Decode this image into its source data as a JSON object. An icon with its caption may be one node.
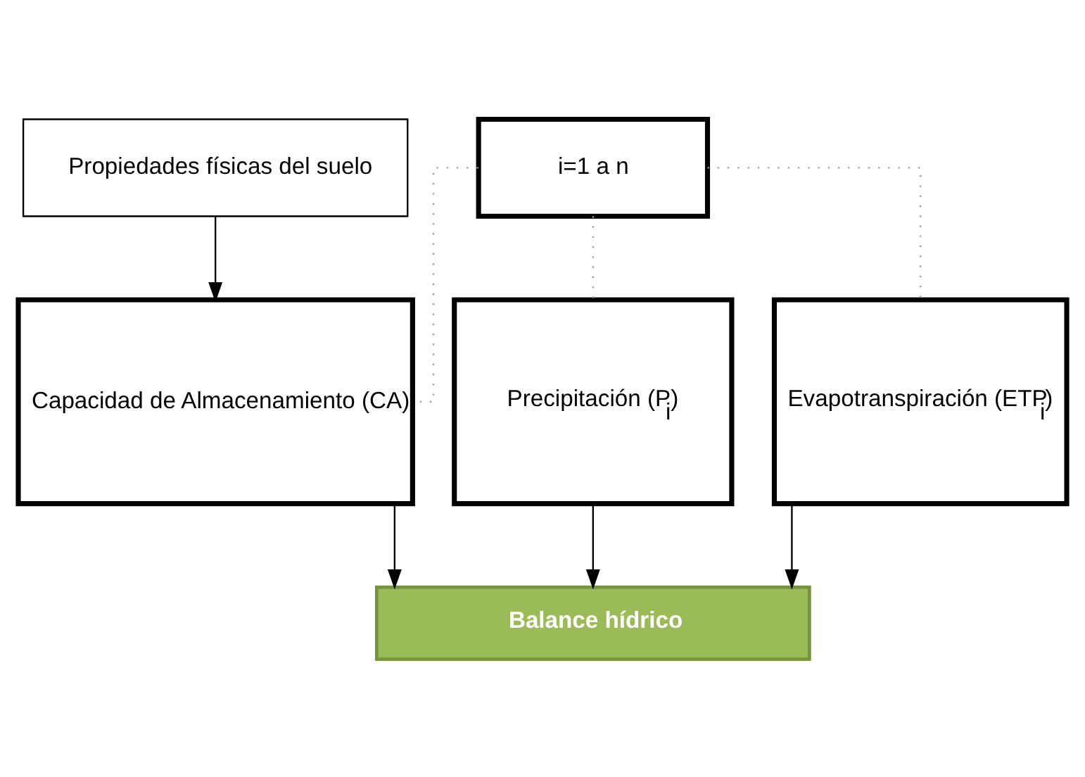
{
  "diagram": {
    "nodes": [
      {
        "text": [
          "Propiedades físicas del suelo"
        ]
      },
      {
        "text": [
          "i=1 a n"
        ]
      },
      {
        "text": [
          "Capacidad de Almacenamiento (CA)"
        ]
      },
      {
        "text": [
          "Precipitación (P$_{i}$)"
        ]
      },
      {
        "text": [
          "Evapotranspiración (ETP$_{i}$)"
        ]
      },
      {
        "text": [
          "Balance hídrico"
        ]
      }
    ],
    "edges": [
      {
        "from": 0,
        "to": 2,
        "arrow": "to"
      },
      {
        "from": 1,
        "to": 2,
        "arrow": "none",
        "style": "dashed",
        "color": "#a0a0a0"
      },
      {
        "from": 1,
        "to": 3,
        "arrow": "none",
        "style": "dashed",
        "color": "#a0a0a0"
      },
      {
        "from": 1,
        "to": 4,
        "arrow": "none",
        "style": "dashed",
        "color": "#a0a0a0"
      },
      {
        "from": 2,
        "to": 5,
        "arrow": "to"
      },
      {
        "from": 3,
        "to": 5,
        "arrow": "to"
      },
      {
        "from": 4,
        "to": 5,
        "arrow": "to"
      }
    ]
  }
}
